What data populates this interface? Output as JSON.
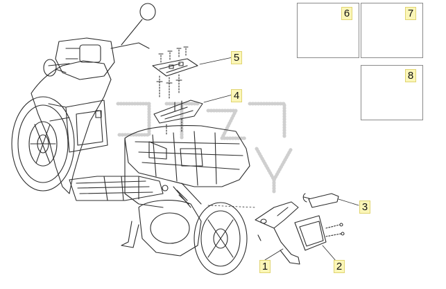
{
  "callouts": [
    {
      "number": "1"
    },
    {
      "number": "2"
    },
    {
      "number": "3"
    },
    {
      "number": "4"
    },
    {
      "number": "5"
    },
    {
      "number": "6"
    },
    {
      "number": "7"
    },
    {
      "number": "8"
    }
  ],
  "colors": {
    "line": "#2b2b2b",
    "callout_bg": "#fbf6b8",
    "box_border": "#8a8a8a",
    "watermark": "#c8c8c8"
  }
}
